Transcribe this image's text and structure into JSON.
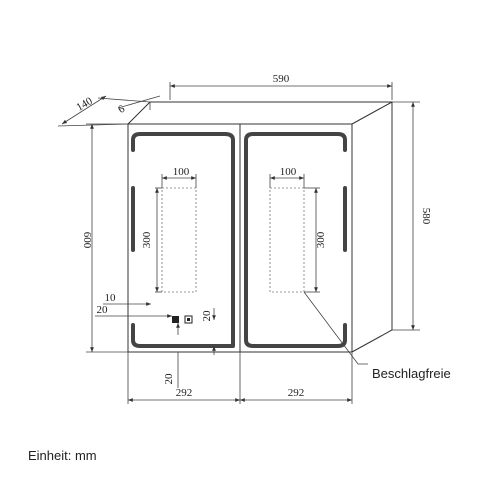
{
  "dimensions": {
    "width": "590",
    "height_front": "600",
    "height_side": "580",
    "depth": "140",
    "frame": "6",
    "door_left_width": "292",
    "door_right_width": "292",
    "defog_left_width": "100",
    "defog_right_width": "100",
    "defog_left_height": "300",
    "defog_right_height": "300",
    "switch_offset_10": "10",
    "switch_offset_20_side": "20",
    "switch_offset_20_right": "20",
    "switch_offset_20_bottom": "20"
  },
  "labels": {
    "defog": "Beschlagfreie",
    "unit": "Einheit: mm"
  }
}
